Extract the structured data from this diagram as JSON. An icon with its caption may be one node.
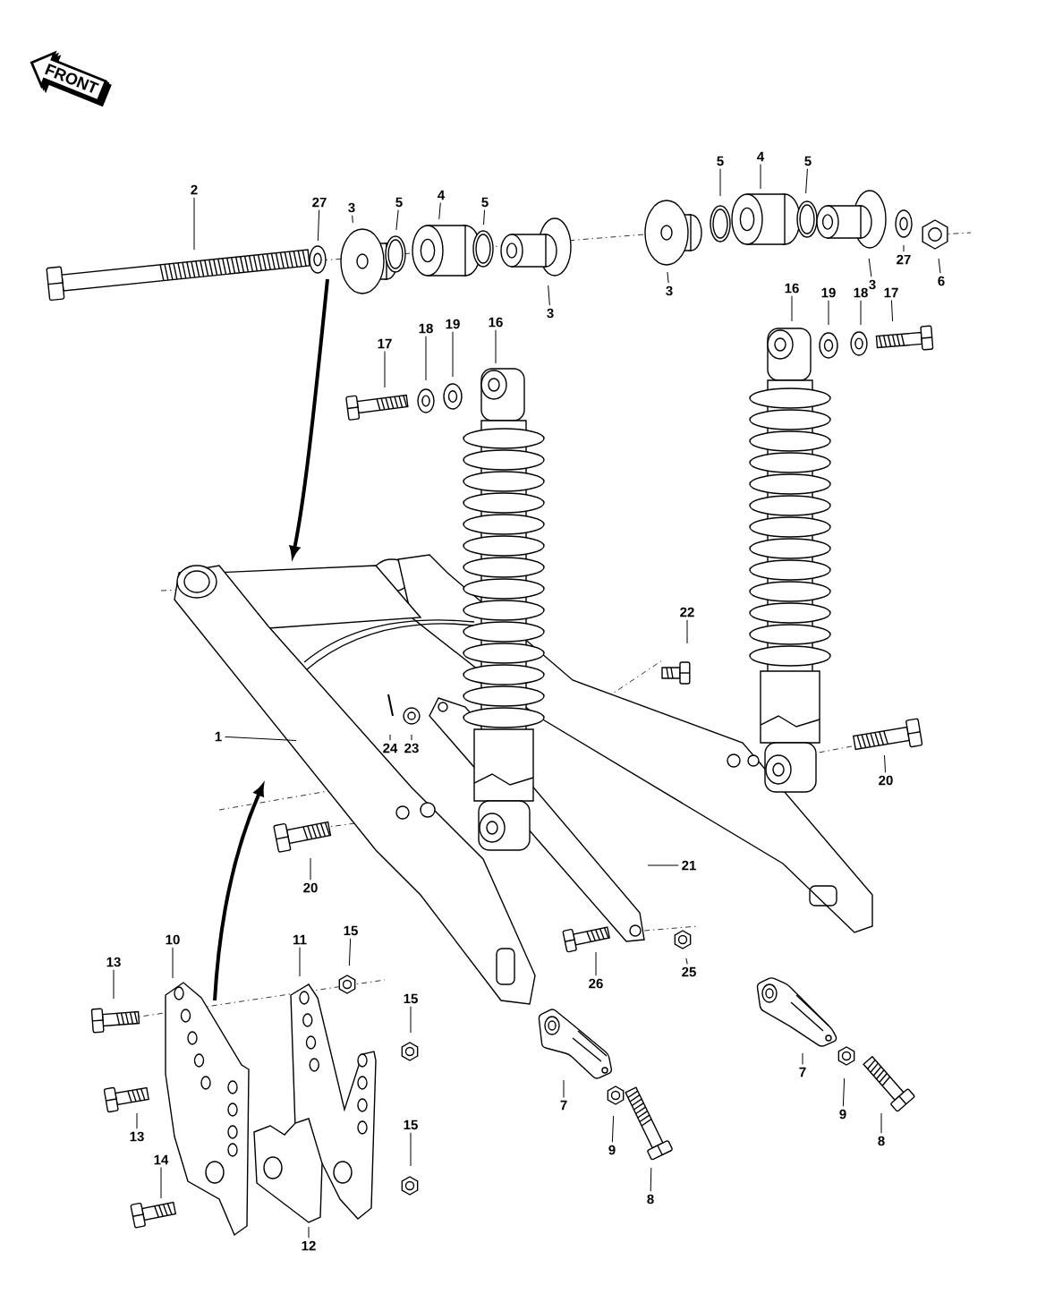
{
  "diagram": {
    "nodes": [
      {
        "text": [
          "FRONT"
        ]
      },
      {
        "text": [
          "2"
        ]
      },
      {
        "text": [
          "27"
        ]
      },
      {
        "text": [
          "3"
        ]
      },
      {
        "text": [
          "5"
        ]
      },
      {
        "text": [
          "4"
        ]
      },
      {
        "text": [
          "5"
        ]
      },
      {
        "text": [
          "3"
        ]
      },
      {
        "text": [
          "5"
        ]
      },
      {
        "text": [
          "4"
        ]
      },
      {
        "text": [
          "5"
        ]
      },
      {
        "text": [
          "3"
        ]
      },
      {
        "text": [
          "3"
        ]
      },
      {
        "text": [
          "27"
        ]
      },
      {
        "text": [
          "6"
        ]
      },
      {
        "text": [
          "16"
        ]
      },
      {
        "text": [
          "19"
        ]
      },
      {
        "text": [
          "18"
        ]
      },
      {
        "text": [
          "17"
        ]
      },
      {
        "text": [
          "17"
        ]
      },
      {
        "text": [
          "18"
        ]
      },
      {
        "text": [
          "19"
        ]
      },
      {
        "text": [
          "16"
        ]
      },
      {
        "text": [
          "22"
        ]
      },
      {
        "text": [
          "1"
        ]
      },
      {
        "text": [
          "24"
        ]
      },
      {
        "text": [
          "23"
        ]
      },
      {
        "text": [
          "20"
        ]
      },
      {
        "text": [
          "20"
        ]
      },
      {
        "text": [
          "21"
        ]
      },
      {
        "text": [
          "10"
        ]
      },
      {
        "text": [
          "11"
        ]
      },
      {
        "text": [
          "15"
        ]
      },
      {
        "text": [
          "13"
        ]
      },
      {
        "text": [
          "15"
        ]
      },
      {
        "text": [
          "26"
        ]
      },
      {
        "text": [
          "25"
        ]
      },
      {
        "text": [
          "7"
        ]
      },
      {
        "text": [
          "9"
        ]
      },
      {
        "text": [
          "8"
        ]
      },
      {
        "text": [
          "7"
        ]
      },
      {
        "text": [
          "9"
        ]
      },
      {
        "text": [
          "8"
        ]
      },
      {
        "text": [
          "13"
        ]
      },
      {
        "text": [
          "15"
        ]
      },
      {
        "text": [
          "14"
        ]
      },
      {
        "text": [
          "12"
        ]
      }
    ],
    "edges": [
      {
        "from": 1,
        "to": null,
        "arrow": "none"
      },
      {
        "from": 2,
        "to": null,
        "arrow": "none"
      },
      {
        "from": 3,
        "to": null,
        "arrow": "none"
      },
      {
        "from": 4,
        "to": null,
        "arrow": "none"
      },
      {
        "from": 5,
        "to": null,
        "arrow": "none"
      },
      {
        "from": 6,
        "to": null,
        "arrow": "none"
      },
      {
        "from": 7,
        "to": null,
        "arrow": "none"
      },
      {
        "from": 8,
        "to": null,
        "arrow": "none"
      },
      {
        "from": 9,
        "to": null,
        "arrow": "none"
      },
      {
        "from": 10,
        "to": null,
        "arrow": "none"
      },
      {
        "from": 11,
        "to": null,
        "arrow": "none"
      },
      {
        "from": 12,
        "to": null,
        "arrow": "none"
      },
      {
        "from": 13,
        "to": null,
        "arrow": "none"
      },
      {
        "from": 14,
        "to": null,
        "arrow": "none"
      },
      {
        "from": 15,
        "to": null,
        "arrow": "none"
      },
      {
        "from": 16,
        "to": null,
        "arrow": "none"
      },
      {
        "from": 17,
        "to": null,
        "arrow": "none"
      },
      {
        "from": 18,
        "to": null,
        "arrow": "none"
      },
      {
        "from": 19,
        "to": null,
        "arrow": "none"
      },
      {
        "from": 20,
        "to": null,
        "arrow": "none"
      },
      {
        "from": 21,
        "to": null,
        "arrow": "none"
      },
      {
        "from": 22,
        "to": null,
        "arrow": "none"
      },
      {
        "from": 23,
        "to": null,
        "arrow": "none"
      },
      {
        "from": 24,
        "to": null,
        "arrow": "none"
      },
      {
        "from": 25,
        "to": null,
        "arrow": "none"
      },
      {
        "from": 26,
        "to": null,
        "arrow": "none"
      },
      {
        "from": 27,
        "to": null,
        "arrow": "none"
      },
      {
        "from": 28,
        "to": null,
        "arrow": "none"
      },
      {
        "from": 29,
        "to": null,
        "arrow": "none"
      },
      {
        "from": 30,
        "to": null,
        "arrow": "none"
      },
      {
        "from": 31,
        "to": null,
        "arrow": "none"
      },
      {
        "from": 32,
        "to": null,
        "arrow": "none"
      },
      {
        "from": 33,
        "to": null,
        "arrow": "none"
      },
      {
        "from": 34,
        "to": null,
        "arrow": "none"
      },
      {
        "from": 35,
        "to": null,
        "arrow": "none"
      },
      {
        "from": 36,
        "to": null,
        "arrow": "none"
      },
      {
        "from": 37,
        "to": null,
        "arrow": "none"
      },
      {
        "from": 38,
        "to": null,
        "arrow": "none"
      },
      {
        "from": 39,
        "to": null,
        "arrow": "none"
      },
      {
        "from": 40,
        "to": null,
        "arrow": "none"
      },
      {
        "from": 41,
        "to": null,
        "arrow": "none"
      },
      {
        "from": 42,
        "to": null,
        "arrow": "none"
      },
      {
        "from": 43,
        "to": null,
        "arrow": "none"
      },
      {
        "from": 44,
        "to": null,
        "arrow": "none"
      },
      {
        "from": 45,
        "to": null,
        "arrow": "none"
      },
      {
        "from": 46,
        "to": null,
        "arrow": "none"
      }
    ]
  }
}
